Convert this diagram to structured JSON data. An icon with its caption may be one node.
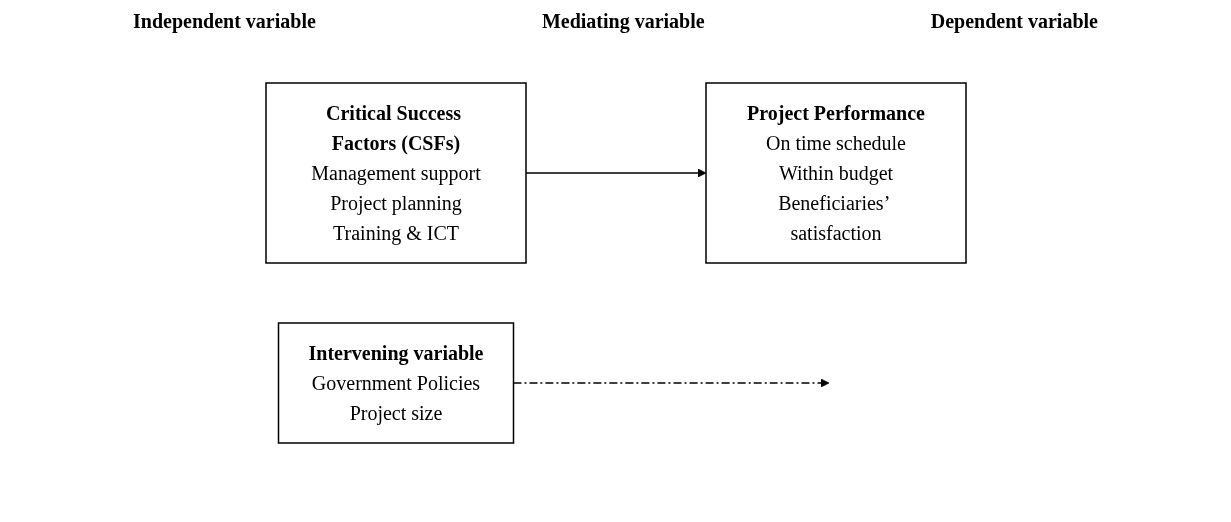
{
  "diagram": {
    "nodes": [
      {
        "text": [
          "Critical Success Factors (CSFs)",
          "Management support",
          "Project planning",
          "Training & ICT"
        ]
      },
      {
        "text": [
          "Project Performance",
          "On time schedule",
          "Within budget",
          "Beneficiaries’ satisfaction"
        ]
      },
      {
        "text": [
          "Intervening variable",
          "Government Policies",
          "Project size"
        ]
      }
    ],
    "edges": [
      {
        "from": 0,
        "to": 1,
        "arrow": "to"
      },
      {
        "from": 2,
        "to": null,
        "arrow": "to",
        "style": "dashed"
      }
    ],
    "labels": [
      "Independent variable",
      "Mediating variable",
      "Dependent variable"
    ]
  }
}
